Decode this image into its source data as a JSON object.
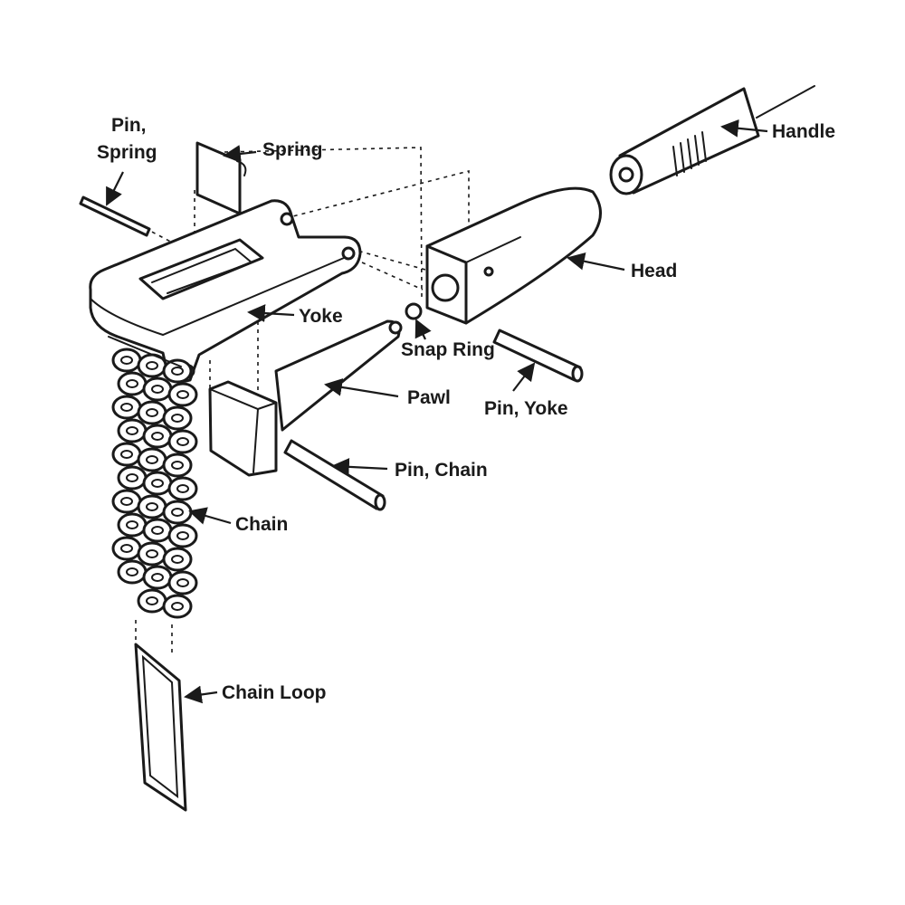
{
  "labels": {
    "pin_spring": [
      "Pin,",
      "Spring"
    ],
    "spring": "Spring",
    "handle": "Handle",
    "head": "Head",
    "yoke": "Yoke",
    "snap_ring": "Snap Ring",
    "pawl": "Pawl",
    "pin_yoke": "Pin, Yoke",
    "pin_chain": "Pin, Chain",
    "chain": "Chain",
    "chain_loop": "Chain Loop"
  },
  "icons": {
    "arrowhead": "arrowhead-icon"
  },
  "colors": {
    "ink": "#1a1a1a",
    "background": "#ffffff"
  }
}
